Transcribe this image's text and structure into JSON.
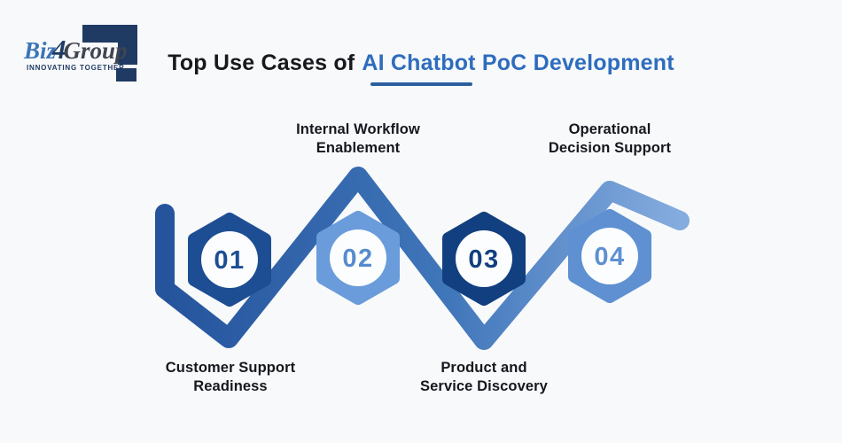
{
  "page": {
    "background_color": "#f8f9fb"
  },
  "logo": {
    "brand_part1": "Biz",
    "brand_part2": "4",
    "brand_part3": "Group",
    "tagline": "INNOVATING TOGETHER",
    "part1_color": "#3b74b9",
    "part2_color": "#1f3b63",
    "part3_color": "#3f4651",
    "mark_color": "#1f3b63",
    "tagline_color": "#1f3b63"
  },
  "title": {
    "prefix": "Top Use Cases of",
    "highlight": "AI Chatbot PoC Development",
    "prefix_color": "#17191d",
    "highlight_color": "#2e6cbe",
    "underline_color": "#2b5f9e"
  },
  "connector": {
    "gradient_start": "#25549c",
    "gradient_mid": "#4076ba",
    "gradient_end": "#85acdf",
    "circle_fill": "#fcfdfe"
  },
  "label_text_color": "#15181d",
  "steps": [
    {
      "number": "01",
      "label_lines": [
        "Customer Support",
        "Readiness"
      ],
      "hex_color": "#1d4e94",
      "number_color": "#1d4e94",
      "label_position": "bottom"
    },
    {
      "number": "02",
      "label_lines": [
        "Internal Workflow",
        "Enablement"
      ],
      "hex_color": "#6a9bda",
      "number_color": "#568cce",
      "label_position": "top"
    },
    {
      "number": "03",
      "label_lines": [
        "Product and",
        "Service Discovery"
      ],
      "hex_color": "#123f7f",
      "number_color": "#123f7f",
      "label_position": "bottom"
    },
    {
      "number": "04",
      "label_lines": [
        "Operational",
        "Decision Support"
      ],
      "hex_color": "#5e90d2",
      "number_color": "#5e90d2",
      "label_position": "top"
    }
  ]
}
